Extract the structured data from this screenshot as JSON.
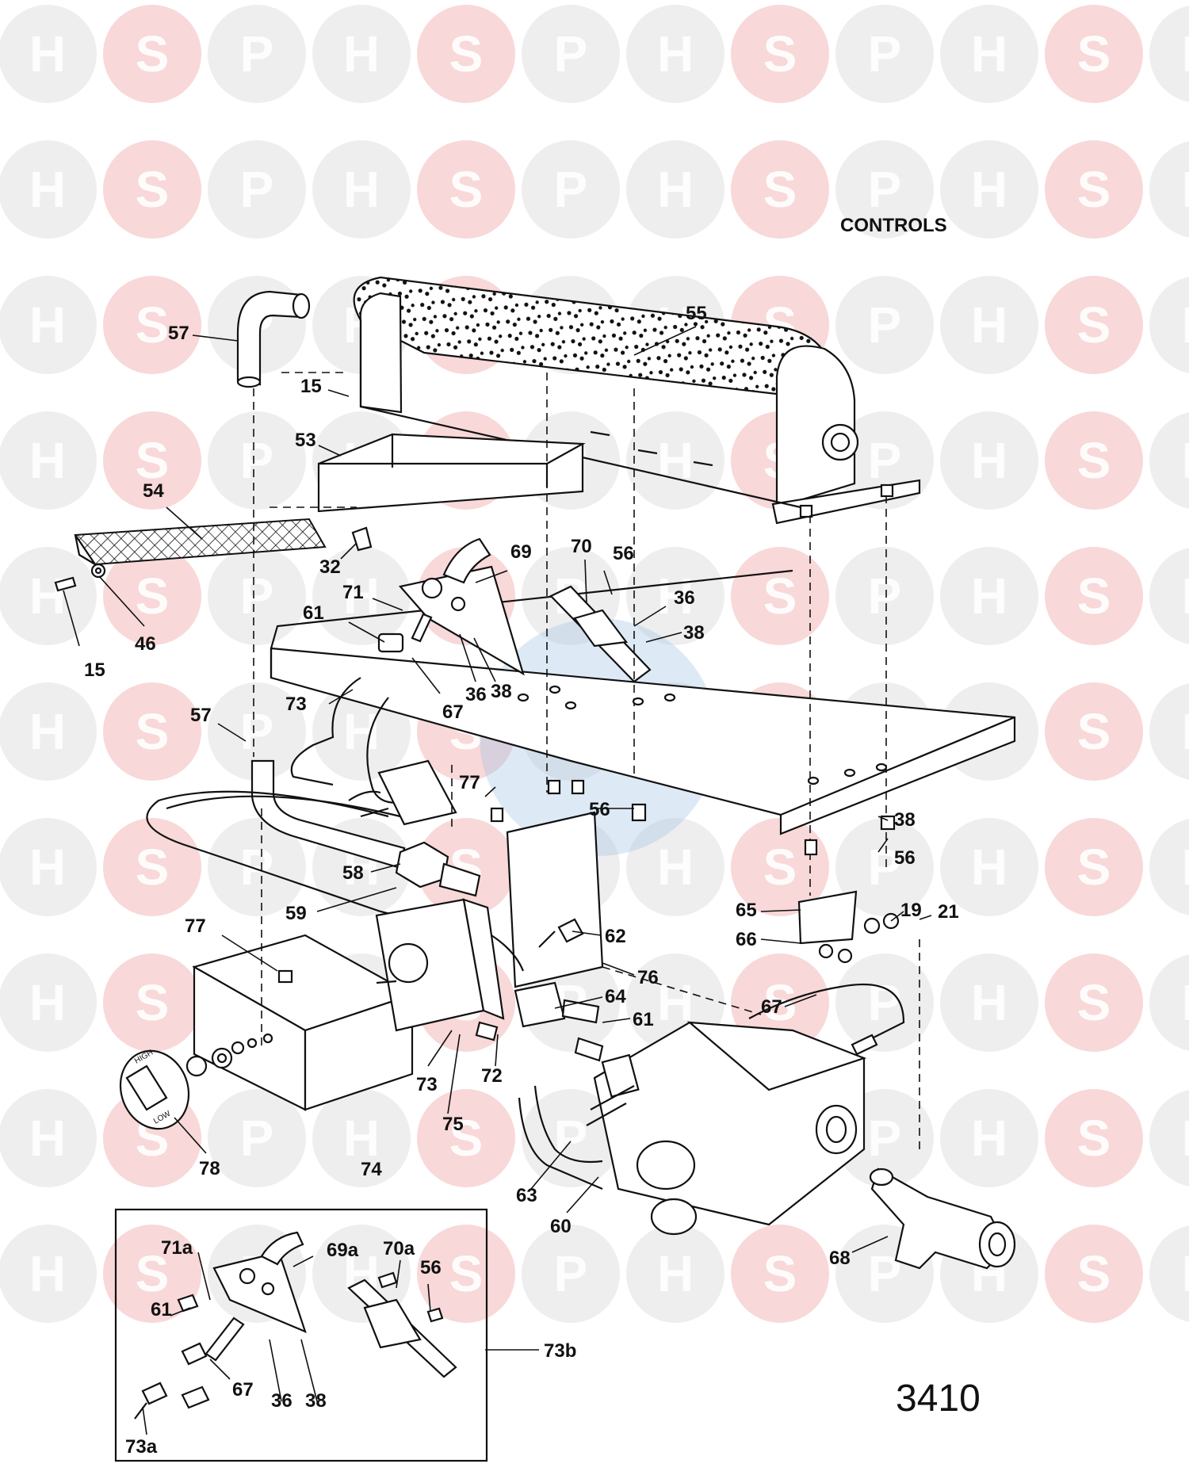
{
  "watermark": {
    "letters": [
      "H",
      "S",
      "P"
    ],
    "colors": {
      "h": "#d9d9d9",
      "s": "#f2b8b8",
      "p": "#d9d9d9",
      "s_letter": "#f6cccc",
      "center_blue": "#9ec3e6"
    }
  },
  "title": "CONTROLS",
  "drawing_number": "3410",
  "parts": [
    {
      "id": "57",
      "label": "57"
    },
    {
      "id": "55",
      "label": "55"
    },
    {
      "id": "15a",
      "label": "15"
    },
    {
      "id": "53",
      "label": "53"
    },
    {
      "id": "54",
      "label": "54"
    },
    {
      "id": "32",
      "label": "32"
    },
    {
      "id": "15b",
      "label": "15"
    },
    {
      "id": "46",
      "label": "46"
    },
    {
      "id": "69",
      "label": "69"
    },
    {
      "id": "70",
      "label": "70"
    },
    {
      "id": "56a",
      "label": "56"
    },
    {
      "id": "36a",
      "label": "36"
    },
    {
      "id": "38a",
      "label": "38"
    },
    {
      "id": "71",
      "label": "71"
    },
    {
      "id": "61a",
      "label": "61"
    },
    {
      "id": "73a",
      "label": "73"
    },
    {
      "id": "67a",
      "label": "67"
    },
    {
      "id": "36b",
      "label": "36"
    },
    {
      "id": "38b",
      "label": "38"
    },
    {
      "id": "57b",
      "label": "57"
    },
    {
      "id": "77a",
      "label": "77"
    },
    {
      "id": "56b",
      "label": "56"
    },
    {
      "id": "38c",
      "label": "38"
    },
    {
      "id": "56c",
      "label": "56"
    },
    {
      "id": "58",
      "label": "58"
    },
    {
      "id": "59",
      "label": "59"
    },
    {
      "id": "65",
      "label": "65"
    },
    {
      "id": "19",
      "label": "19"
    },
    {
      "id": "21",
      "label": "21"
    },
    {
      "id": "66",
      "label": "66"
    },
    {
      "id": "77b",
      "label": "77"
    },
    {
      "id": "62",
      "label": "62"
    },
    {
      "id": "76",
      "label": "76"
    },
    {
      "id": "64",
      "label": "64"
    },
    {
      "id": "67b",
      "label": "67"
    },
    {
      "id": "61b",
      "label": "61"
    },
    {
      "id": "72",
      "label": "72"
    },
    {
      "id": "73b",
      "label": "73"
    },
    {
      "id": "75",
      "label": "75"
    },
    {
      "id": "78",
      "label": "78"
    },
    {
      "id": "74",
      "label": "74"
    },
    {
      "id": "63",
      "label": "63"
    },
    {
      "id": "60",
      "label": "60"
    },
    {
      "id": "68",
      "label": "68"
    },
    {
      "id": "71a",
      "label": "71a"
    },
    {
      "id": "69a",
      "label": "69a"
    },
    {
      "id": "70a",
      "label": "70a"
    },
    {
      "id": "56d",
      "label": "56"
    },
    {
      "id": "61c",
      "label": "61"
    },
    {
      "id": "73b_inset",
      "label": "73b"
    },
    {
      "id": "67c",
      "label": "67"
    },
    {
      "id": "36c",
      "label": "36"
    },
    {
      "id": "38d",
      "label": "38"
    },
    {
      "id": "73a_inset",
      "label": "73a"
    }
  ],
  "knob_text": {
    "high": "HIGH",
    "low": "LOW"
  }
}
